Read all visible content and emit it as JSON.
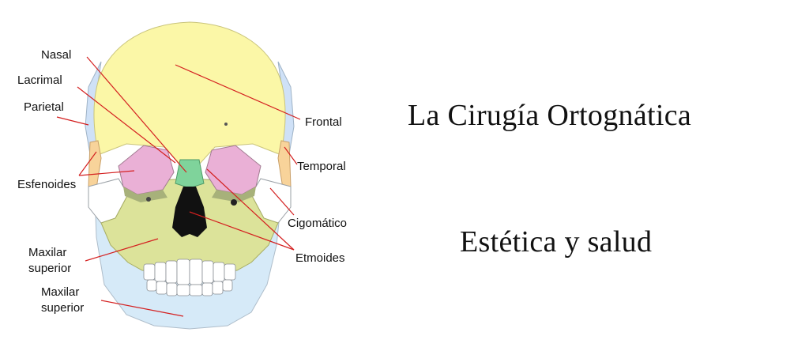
{
  "title": "La Cirugía Ortognática",
  "subtitle": "Estética y salud",
  "labels": {
    "nasal": "Nasal",
    "lacrimal": "Lacrimal",
    "parietal": "Parietal",
    "esfenoides": "Esfenoides",
    "maxilar_sup_1": [
      "Maxilar",
      "superior"
    ],
    "maxilar_sup_2": [
      "Maxilar",
      "superior"
    ],
    "frontal": "Frontal",
    "temporal": "Temporal",
    "cigomatico": "Cigomático",
    "etmoides": "Etmoides"
  },
  "colors": {
    "frontal": "#fbf7a7",
    "parietal": "#cfe1f7",
    "temporal": "#f8d39a",
    "sphenoid": "#eab0d6",
    "nasal": "#7fd39b",
    "maxilla": "#dce39a",
    "mandible": "#d6eaf8",
    "zygomatic": "#ffffff",
    "leader_line": "#d42020"
  }
}
